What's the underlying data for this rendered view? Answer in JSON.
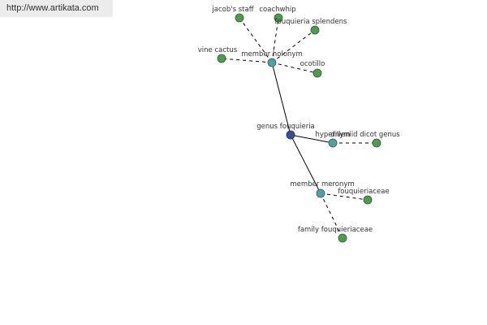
{
  "watermark": {
    "url": "http://www.artikata.com"
  },
  "colors": {
    "leaf": "#4e9a4e",
    "relation": "#4f9fa3",
    "center": "#3a4f91",
    "edge": "#000000"
  },
  "graph": {
    "center": {
      "label": "genus fouquieria"
    },
    "relations": {
      "holonym": {
        "label": "member holonym"
      },
      "hypernym": {
        "label": "hypernym"
      },
      "meronym": {
        "label": "member meronym"
      }
    },
    "leaves": {
      "jacobs_staff": {
        "label": "jacob's staff"
      },
      "coachwhip": {
        "label": "coachwhip"
      },
      "fouquieria_splendens": {
        "label": "fouquieria splendens"
      },
      "vine_cactus": {
        "label": "vine cactus"
      },
      "ocotillo": {
        "label": "ocotillo"
      },
      "dilleniid": {
        "label": "dilleniid dicot genus"
      },
      "fouquieriaceae": {
        "label": "fouquieriaceae"
      },
      "family_fouquieriaceae": {
        "label": "family fouquieriaceae"
      }
    }
  }
}
